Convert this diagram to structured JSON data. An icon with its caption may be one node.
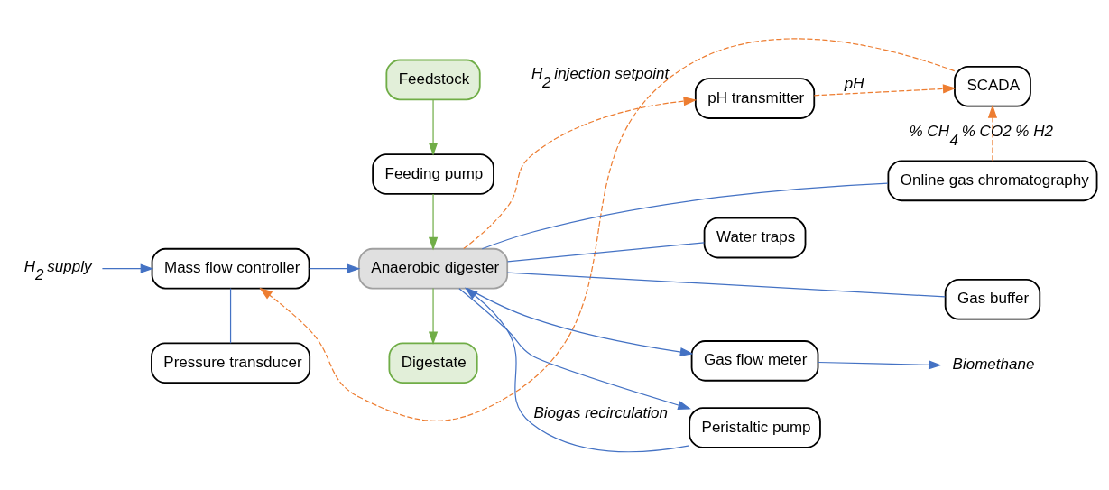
{
  "diagram": {
    "nodes": [
      {
        "text": [
          "SCADA"
        ]
      },
      {
        "text": [
          "Feedstock"
        ]
      },
      {
        "text": [
          "Feeding pump"
        ]
      },
      {
        "text": [
          "pH transmitter"
        ]
      },
      {
        "text": [
          "Online gas chromatography"
        ]
      },
      {
        "text": [
          "*H$_{2}$ supply*"
        ]
      },
      {
        "text": [
          "Mass flow controller"
        ]
      },
      {
        "text": [
          "Pressure transducer"
        ]
      },
      {
        "text": [
          "Anaerobic digester"
        ]
      },
      {
        "text": [
          "Water traps"
        ]
      },
      {
        "text": [
          "Gas buffer"
        ]
      },
      {
        "text": [
          "Gas flow meter"
        ]
      },
      {
        "text": [
          "Peristaltic pump"
        ]
      },
      {
        "text": [
          "*Biomethane*"
        ]
      },
      {
        "text": [
          "Digestate"
        ]
      }
    ],
    "edges": [
      {
        "from": 0,
        "to": 6,
        "arrow": "to",
        "label": "*H$_{2}$ injection setpoint*",
        "style": "dashed",
        "color": "#ed7d31"
      },
      {
        "from": 1,
        "to": 2,
        "arrow": "to",
        "color": "#70ad47"
      },
      {
        "from": 2,
        "to": 8,
        "arrow": "to",
        "color": "#70ad47"
      },
      {
        "from": 8,
        "to": 3,
        "arrow": "to",
        "style": "dashed",
        "color": "#ed7d31"
      },
      {
        "from": 3,
        "to": 0,
        "arrow": "to",
        "label": "*pH*",
        "style": "dashed",
        "color": "#ed7d31"
      },
      {
        "from": 4,
        "to": 0,
        "arrow": "to",
        "label": "*% CH$_{4}$ % CO2 % H2*",
        "style": "dashed",
        "color": "#ed7d31"
      },
      {
        "from": 5,
        "to": 6,
        "arrow": "to"
      },
      {
        "from": 6,
        "to": 8,
        "arrow": "to"
      },
      {
        "from": 6,
        "to": 7,
        "arrow": "none"
      },
      {
        "from": 8,
        "to": 9,
        "arrow": "none"
      },
      {
        "from": 8,
        "to": 10,
        "arrow": "none"
      },
      {
        "from": 8,
        "to": 4,
        "arrow": "none"
      },
      {
        "from": 8,
        "to": 11,
        "arrow": "to"
      },
      {
        "from": 8,
        "to": 12,
        "arrow": "to"
      },
      {
        "from": 11,
        "to": 13,
        "arrow": "to"
      },
      {
        "from": 12,
        "to": 8,
        "arrow": "to",
        "label": "*Biogas recirculation*"
      },
      {
        "from": 8,
        "to": 14,
        "arrow": "to",
        "color": "#70ad47"
      }
    ]
  }
}
